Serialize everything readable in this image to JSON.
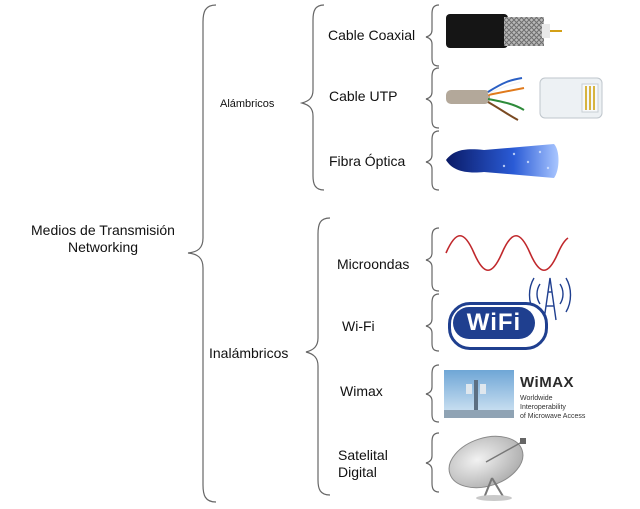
{
  "root": {
    "line1": "Medios de Transmisión",
    "line2": "Networking"
  },
  "branches": [
    {
      "label": "Alámbricos",
      "items": [
        {
          "label": "Cable Coaxial",
          "icon": "coaxial-cable-icon"
        },
        {
          "label": "Cable UTP",
          "icon": "utp-cable-icon"
        },
        {
          "label": "Fibra Óptica",
          "icon": "optical-fiber-icon"
        }
      ]
    },
    {
      "label": "Inalámbricos",
      "items": [
        {
          "label": "Microondas",
          "icon": "microwave-wave-icon"
        },
        {
          "label": "Wi-Fi",
          "icon": "wifi-logo-icon"
        },
        {
          "label": "Wimax",
          "icon": "wimax-logo-icon"
        },
        {
          "label": "Satelital",
          "label2": "Digital",
          "icon": "satellite-dish-icon"
        }
      ]
    }
  ],
  "logos": {
    "wifi": "WiFi",
    "wimax_title": "WiMAX",
    "wimax_line1": "Worldwide Interoperability",
    "wimax_line2": "of Microwave Access"
  },
  "colors": {
    "wave": "#c0282c",
    "wifi_blue": "#1f3f8f",
    "fiber_blue": "#2a5bd6"
  }
}
